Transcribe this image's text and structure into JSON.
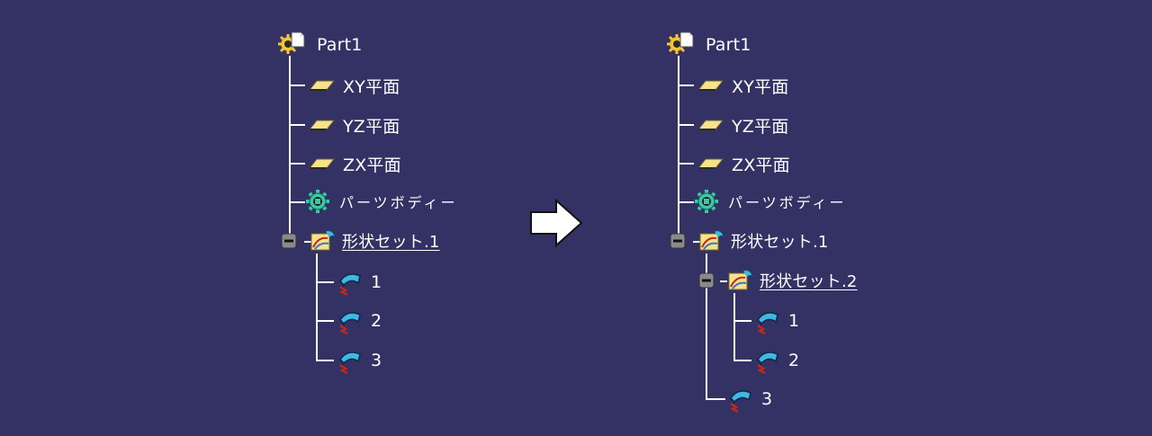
{
  "left_tree": {
    "root": "Part1",
    "planes": [
      "XY平面",
      "YZ平面",
      "ZX平面"
    ],
    "part_body": "パーツボディー",
    "geo_set": "形状セット.1",
    "surfaces": [
      "1",
      "2",
      "3"
    ]
  },
  "right_tree": {
    "root": "Part1",
    "planes": [
      "XY平面",
      "YZ平面",
      "ZX平面"
    ],
    "part_body": "パーツボディー",
    "geo_set": "形状セット.1",
    "geo_set_inner": "形状セット.2",
    "inner_surfaces": [
      "1",
      "2"
    ],
    "outer_surface": "3"
  },
  "icons": {
    "root": "part-gear-icon",
    "plane": "plane-icon",
    "part_body": "part-body-gear-icon",
    "geo_set": "geometrical-set-icon",
    "surface": "surface-icon",
    "collapse": "collapse-toggle-icon",
    "arrow": "right-arrow-icon"
  },
  "colors": {
    "background": "#343264",
    "text": "#ffffff",
    "plane_fill": "#f5e28a",
    "surface_fill": "#3fb8e6",
    "surface_red": "#c0271f",
    "body_fill": "#3cc7a8"
  }
}
